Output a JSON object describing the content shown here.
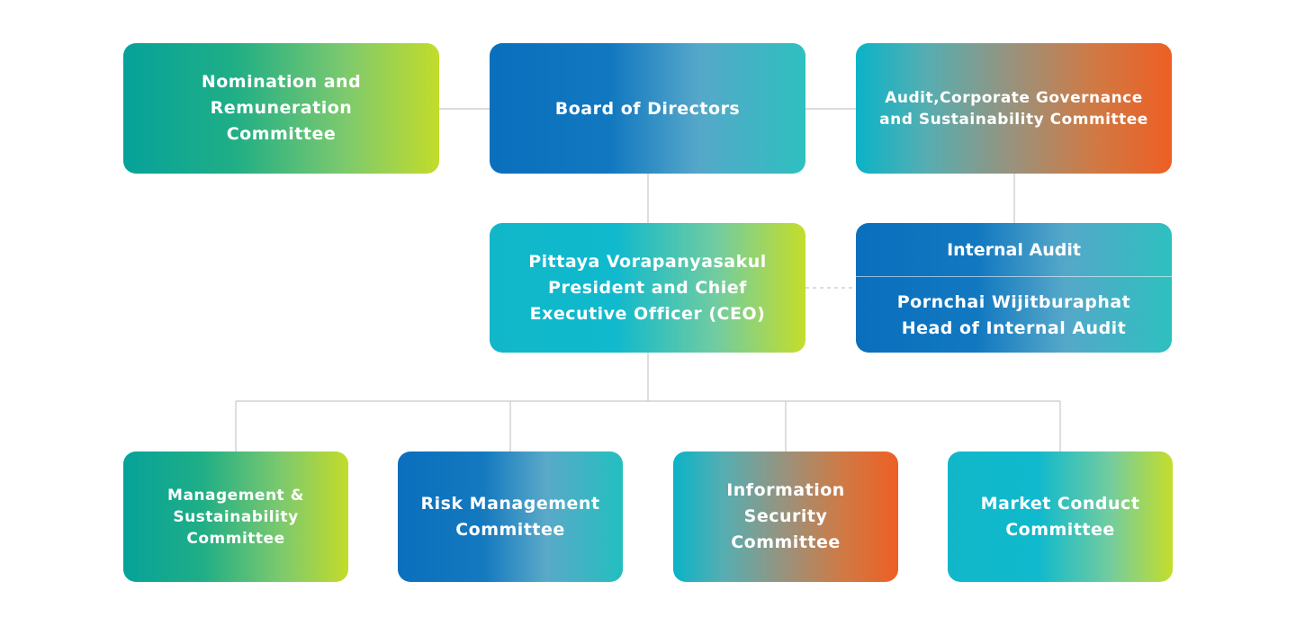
{
  "board": {
    "label": "Board of Directors"
  },
  "nomination": {
    "label": "Nomination and\nRemuneration\nCommittee"
  },
  "audit_committee": {
    "label": "Audit,Corporate Governance\nand  Sustainability Committee"
  },
  "ceo": {
    "label": "Pittaya Vorapanyasakul\nPresident and Chief\nExecutive Officer (CEO)"
  },
  "internal_audit": {
    "title": "Internal Audit",
    "head": "Pornchai Wijitburaphat\nHead of Internal Audit"
  },
  "committees": [
    {
      "label": "Management &\nSustainability\nCommittee"
    },
    {
      "label": "Risk Management\nCommittee"
    },
    {
      "label": "Information\nSecurity\nCommittee"
    },
    {
      "label": "Market Conduct\nCommittee"
    }
  ],
  "colors": {
    "connector": "#c8c8c8",
    "green_start": "#06a29a",
    "lime_end": "#c3dc2a",
    "blue_start": "#0a6fbd",
    "teal_end": "#2ec0bf",
    "orange_end": "#ee5f24",
    "text": "#ffffff"
  }
}
